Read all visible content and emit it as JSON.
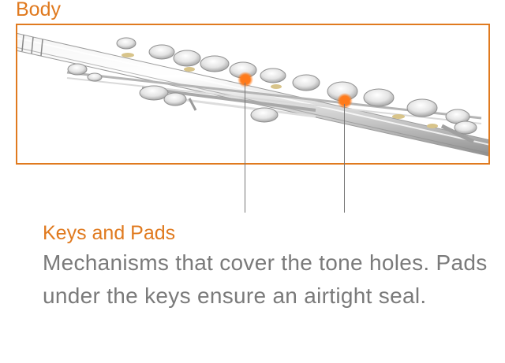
{
  "section": {
    "label": "Body"
  },
  "callout": {
    "title": "Keys and Pads",
    "description": "Mechanisms that cover the tone holes. Pads under the keys ensure an airtight seal."
  },
  "colors": {
    "accent": "#e07a1f",
    "leader_line": "#777777",
    "body_text": "#7a7a7a",
    "highlight_dot": "#ff7a1a"
  },
  "icons": {
    "instrument": "flute-body-illustration"
  }
}
